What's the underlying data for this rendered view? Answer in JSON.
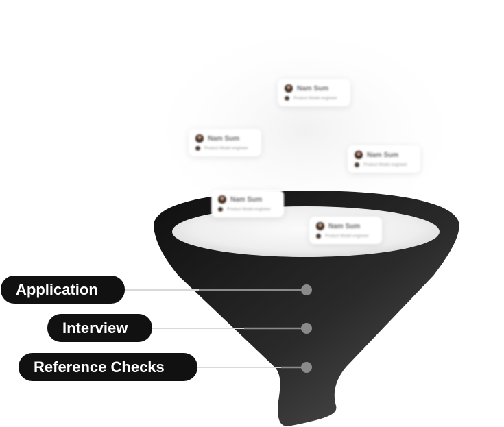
{
  "candidate_cards": [
    {
      "name": "Nam Sum",
      "role": "Product Model engineer"
    },
    {
      "name": "Nam Sum",
      "role": "Product Model engineer"
    },
    {
      "name": "Nam Sum",
      "role": "Product Model engineer"
    },
    {
      "name": "Nam Sum",
      "role": "Product Model engineer"
    },
    {
      "name": "Nam Sum",
      "role": "Product Model engineer"
    }
  ],
  "stages": [
    {
      "label": "Application"
    },
    {
      "label": "Interview"
    },
    {
      "label": "Reference Checks"
    }
  ],
  "colors": {
    "funnel_dark": "#151515",
    "funnel_light": "#4a4a4a",
    "pill_bg": "#111111",
    "pill_text": "#ffffff",
    "connector": "#d9d9d9",
    "marker": "#8a8a8a"
  }
}
